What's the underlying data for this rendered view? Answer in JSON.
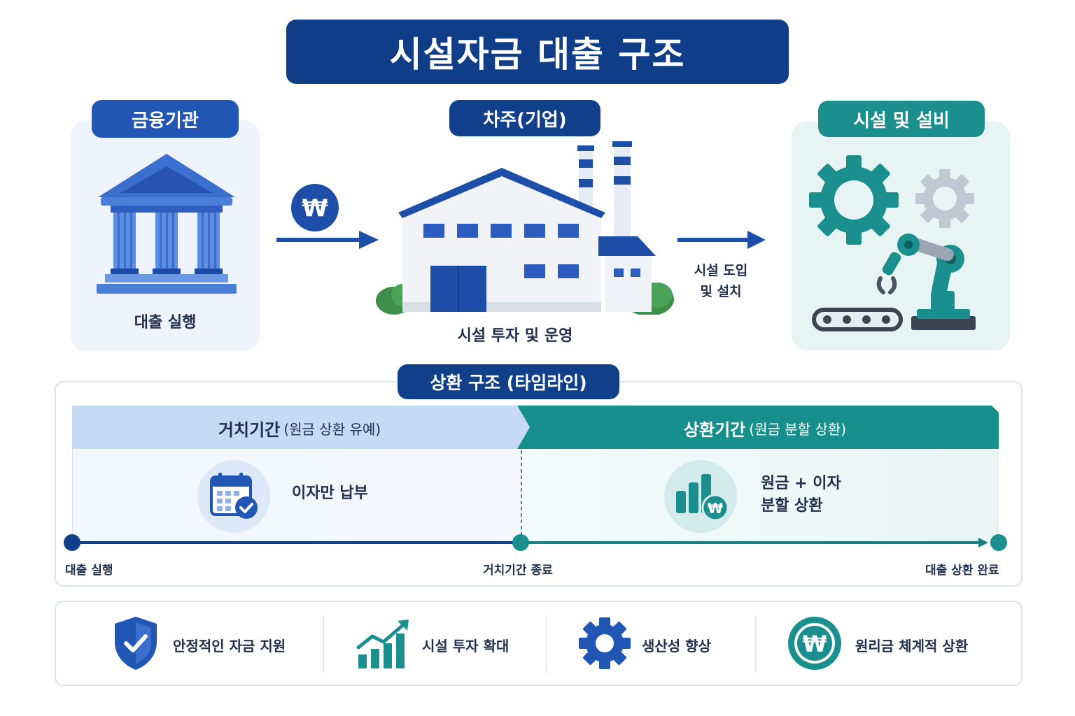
{
  "title": "시설자금 대출 구조",
  "lender": {
    "label": "금융기관",
    "caption": "대출 실행"
  },
  "borrower": {
    "label": "차주(기업)",
    "caption": "시설 투자 및 운영"
  },
  "facility": {
    "label": "시설 및 설비",
    "caption_line1": "시설 도입",
    "caption_line2": "및 설치"
  },
  "flow": {
    "currency_symbol": "₩"
  },
  "repayment": {
    "section_label": "상환 구조 (타임라인)",
    "grace": {
      "title": "거치기간",
      "subtitle": "(원금 상환 유예)",
      "text": "이자만 납부"
    },
    "amortization": {
      "title": "상환기간",
      "subtitle": "(원금 분할 상환)",
      "text_line1": "원금 + 이자",
      "text_line2": "분할 상환"
    },
    "timeline": {
      "start": "대출 실행",
      "middle": "거치기간 종료",
      "end": "대출 상환 완료"
    }
  },
  "benefits": [
    {
      "icon": "shield-check-icon",
      "label": "안정적인 자금 지원"
    },
    {
      "icon": "growth-chart-icon",
      "label": "시설 투자 확대"
    },
    {
      "icon": "gear-icon",
      "label": "생산성 향상"
    },
    {
      "icon": "won-coin-icon",
      "label": "원리금 체계적 상환"
    }
  ],
  "colors": {
    "navy": "#0f3d88",
    "blue": "#2156b4",
    "teal": "#1a8f8e",
    "light_blue": "#c6d9f5",
    "light_teal": "#e6f4f4"
  }
}
